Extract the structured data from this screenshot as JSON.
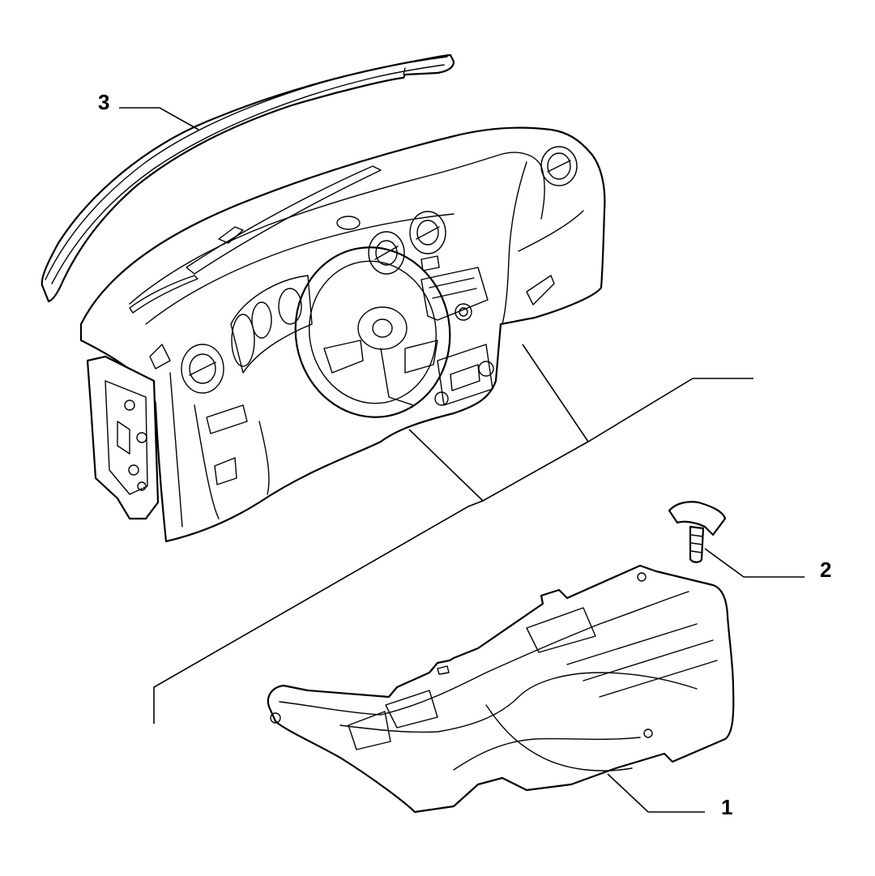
{
  "callouts": {
    "part1": "1",
    "part2": "2",
    "part3": "3"
  },
  "colors": {
    "line": "#000000",
    "background": "#ffffff"
  }
}
